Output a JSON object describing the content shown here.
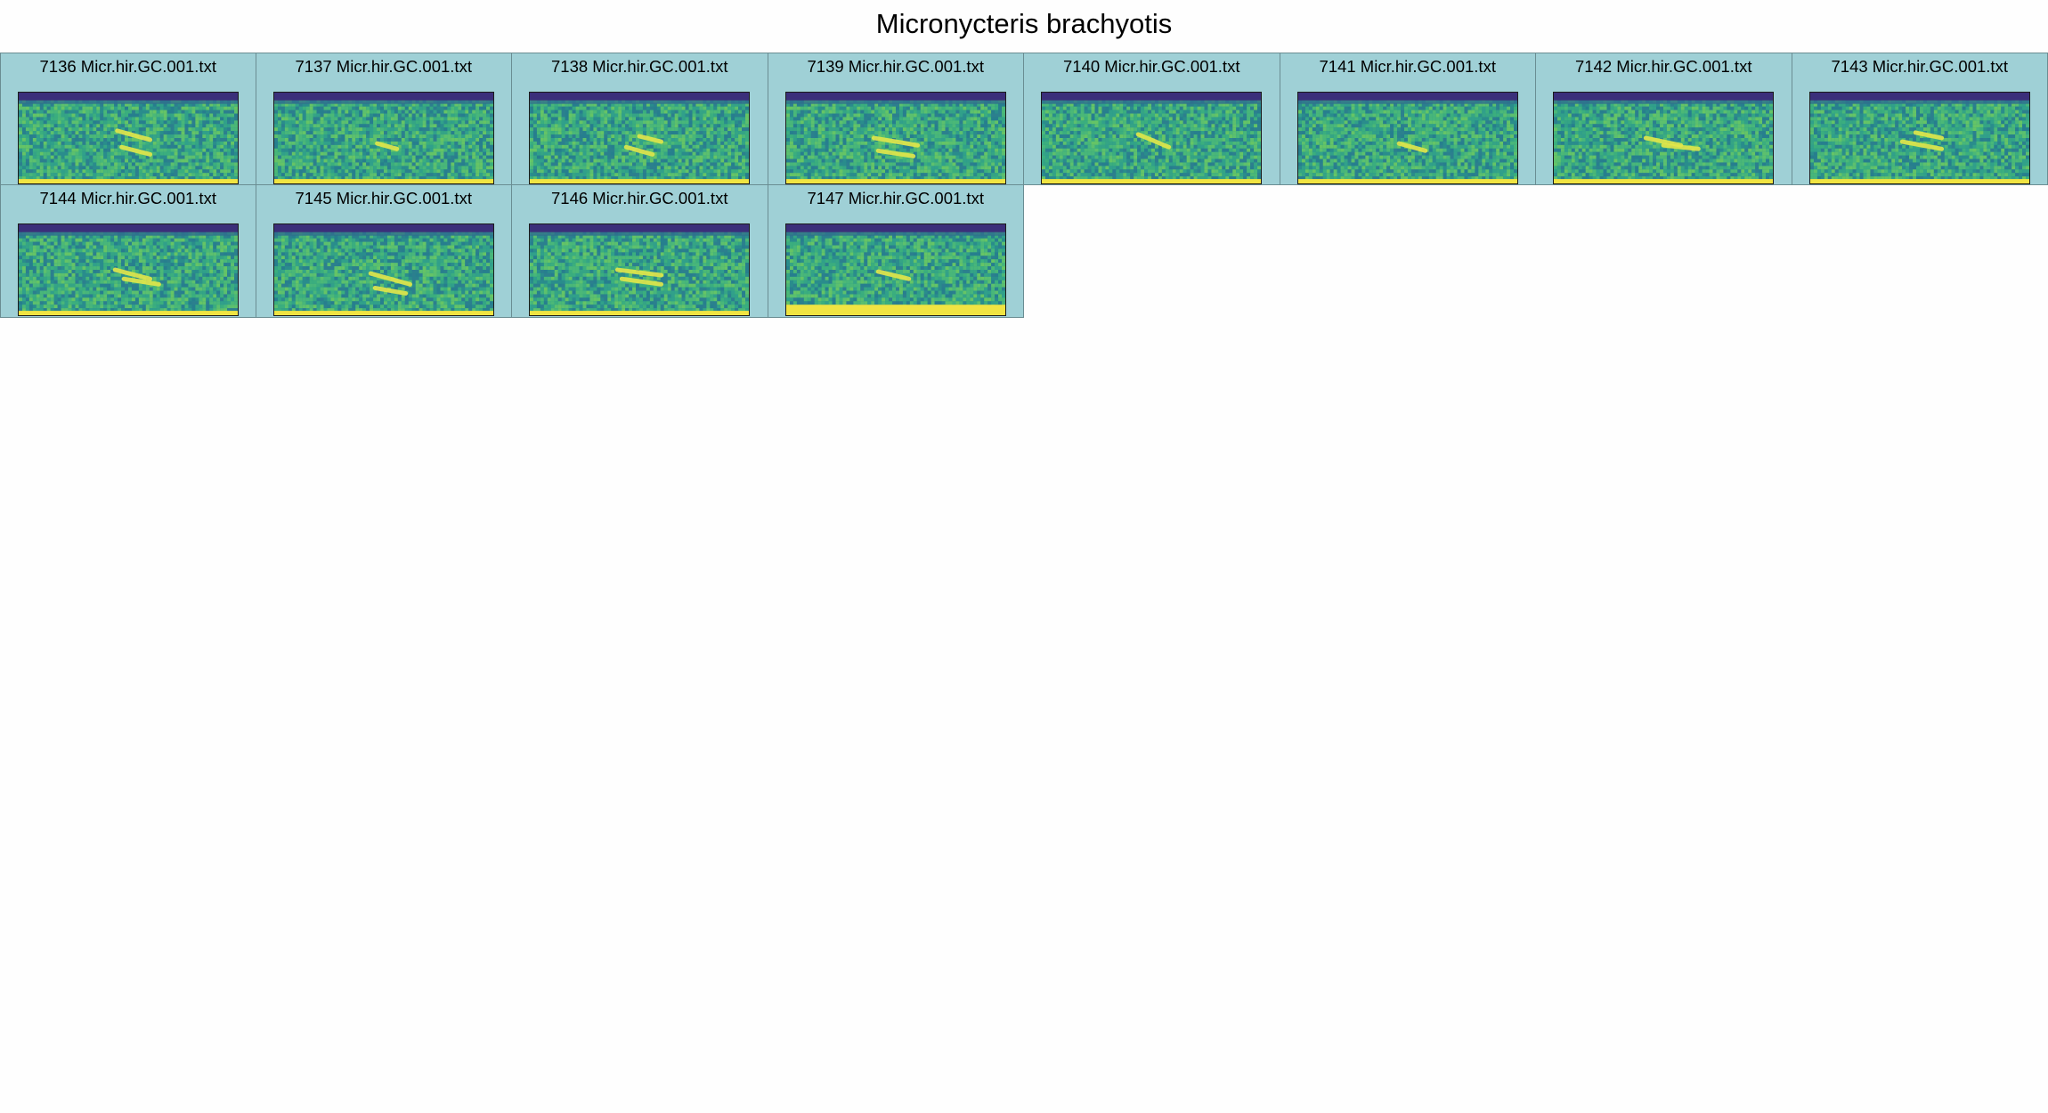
{
  "title": "Micronycteris brachyotis",
  "colors": {
    "panel_bg": "#9fd0d6",
    "spec_top": "#3b2f7a",
    "spec_mid": "#23918c",
    "spec_noise": "#3fb17a",
    "spec_signal": "#e3e74a",
    "spec_floor": "#f0e442"
  },
  "panels": [
    {
      "label": "7136 Micr.hir.GC.001.txt",
      "calls": [
        [
          0.45,
          0.42,
          0.6,
          0.52
        ],
        [
          0.47,
          0.6,
          0.6,
          0.68
        ]
      ]
    },
    {
      "label": "7137 Micr.hir.GC.001.txt",
      "calls": [
        [
          0.47,
          0.56,
          0.56,
          0.62
        ]
      ]
    },
    {
      "label": "7138 Micr.hir.GC.001.txt",
      "calls": [
        [
          0.44,
          0.6,
          0.56,
          0.68
        ],
        [
          0.5,
          0.48,
          0.6,
          0.54
        ]
      ]
    },
    {
      "label": "7139 Micr.hir.GC.001.txt",
      "calls": [
        [
          0.4,
          0.5,
          0.6,
          0.58
        ],
        [
          0.42,
          0.64,
          0.58,
          0.7
        ]
      ]
    },
    {
      "label": "7140 Micr.hir.GC.001.txt",
      "calls": [
        [
          0.44,
          0.46,
          0.58,
          0.6
        ]
      ]
    },
    {
      "label": "7141 Micr.hir.GC.001.txt",
      "calls": [
        [
          0.46,
          0.56,
          0.58,
          0.64
        ]
      ]
    },
    {
      "label": "7142 Micr.hir.GC.001.txt",
      "calls": [
        [
          0.42,
          0.5,
          0.58,
          0.58
        ],
        [
          0.5,
          0.58,
          0.66,
          0.62
        ]
      ]
    },
    {
      "label": "7143 Micr.hir.GC.001.txt",
      "calls": [
        [
          0.42,
          0.54,
          0.6,
          0.62
        ],
        [
          0.48,
          0.44,
          0.6,
          0.5
        ]
      ]
    },
    {
      "label": "7144 Micr.hir.GC.001.txt",
      "calls": [
        [
          0.44,
          0.5,
          0.6,
          0.6
        ],
        [
          0.48,
          0.6,
          0.64,
          0.66
        ]
      ]
    },
    {
      "label": "7145 Micr.hir.GC.001.txt",
      "calls": [
        [
          0.44,
          0.54,
          0.62,
          0.66
        ],
        [
          0.46,
          0.7,
          0.6,
          0.76
        ]
      ]
    },
    {
      "label": "7146 Micr.hir.GC.001.txt",
      "calls": [
        [
          0.4,
          0.5,
          0.6,
          0.56
        ],
        [
          0.42,
          0.6,
          0.6,
          0.66
        ]
      ]
    },
    {
      "label": "7147 Micr.hir.GC.001.txt",
      "calls": [
        [
          0.42,
          0.52,
          0.56,
          0.6
        ]
      ],
      "strong_floor": true
    }
  ]
}
